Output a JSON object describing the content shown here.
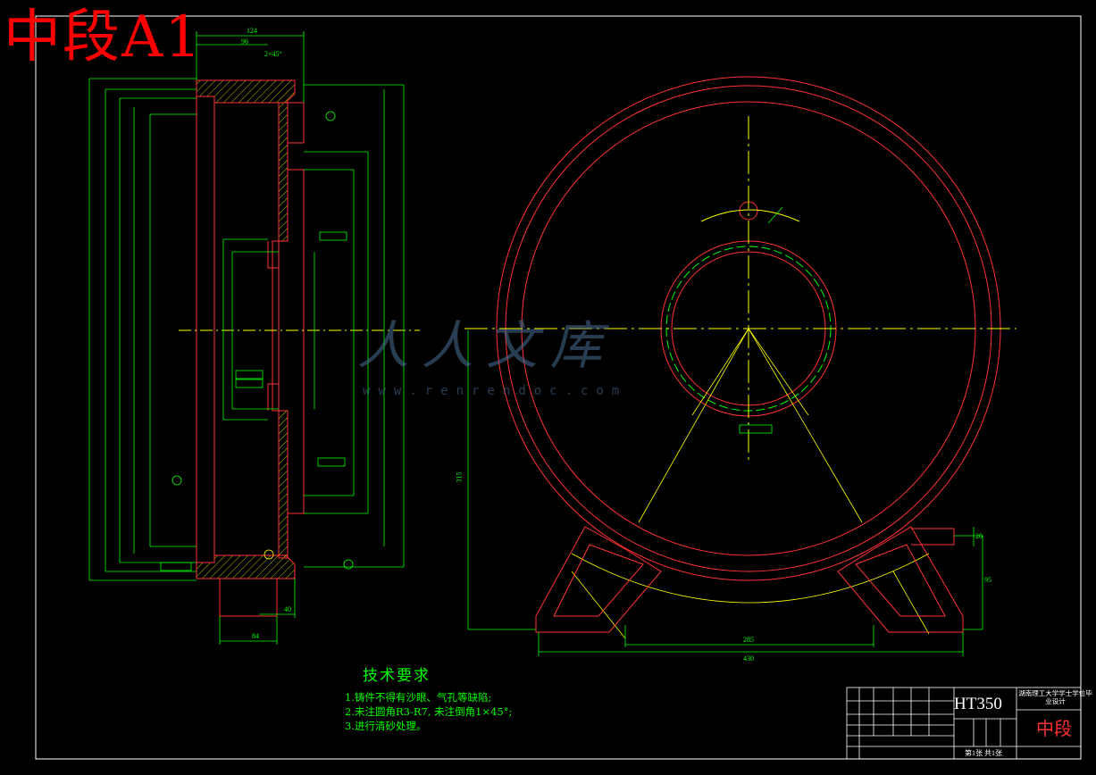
{
  "sheet_label": "中段A1",
  "technical_requirements": {
    "heading": "技术要求",
    "items": [
      "1.铸件不得有沙眼、气孔等缺陷;",
      "2.未注圆角R3-R7, 未注倒角1×45°;",
      "3.进行清砂处理。"
    ]
  },
  "title_block": {
    "material": "HT350",
    "part_name": "中段",
    "school": "湖南理工大学学士学位毕业设计",
    "sheet_info": "第1张 共1张"
  },
  "watermark": {
    "text": "人人文库",
    "url": "www.renrendoc.com"
  },
  "dimensions": {
    "top_width": "124",
    "top_inner": "96",
    "chamfer": "2×45°",
    "side_view_bottom": "84",
    "bottom_small": "40",
    "front_height": "315",
    "front_base_inner": "285",
    "front_base_outer": "430",
    "right_height": "95",
    "right_small": "20"
  },
  "colors": {
    "background": "#000000",
    "outline": "#ff3333",
    "dimension": "#00ff00",
    "centerline": "#ffff00",
    "hatch": "#ffff00",
    "border": "#ffffff",
    "watermark": "#4a6f94"
  }
}
